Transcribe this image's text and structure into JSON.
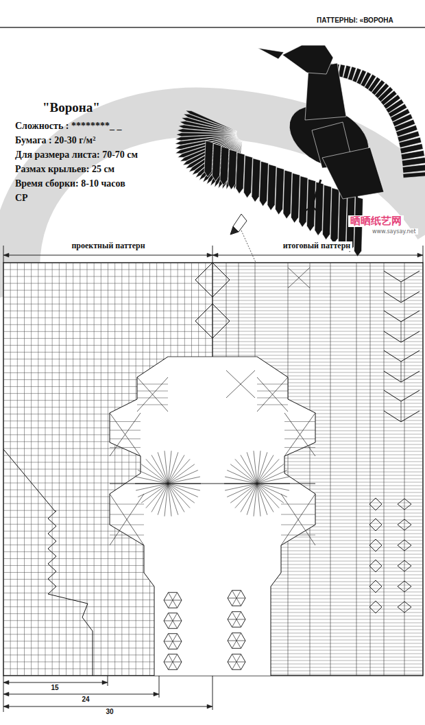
{
  "diagram": {
    "title": "\"Ворона\"",
    "labels": [
      "ПАТТЕРНЫ: «ВОРОНА",
      "Сложность : ********_ _",
      "Бумага : 20-30 г/м²",
      "Для размера листа: 70-70 см",
      "Размах крыльев: 25 см",
      "Время сборки: 8-10 часов",
      "СР",
      "проектный паттерн",
      "итоговый паттерн",
      "15",
      "24",
      "30",
      "晒晒纸艺网",
      "www.saysay.net"
    ]
  }
}
